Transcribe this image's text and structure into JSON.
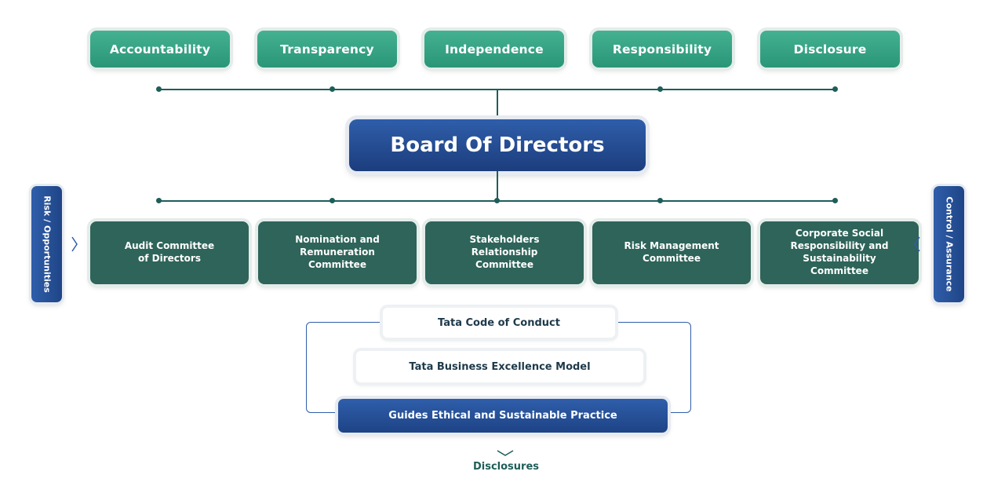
{
  "principles": [
    {
      "label": "Accountability"
    },
    {
      "label": "Transparency"
    },
    {
      "label": "Independence"
    },
    {
      "label": "Responsibility"
    },
    {
      "label": "Disclosure"
    }
  ],
  "board": {
    "label": "Board Of Directors"
  },
  "committees": [
    {
      "label": "Audit Committee of Directors"
    },
    {
      "label": "Nomination and Remuneration Committee"
    },
    {
      "label": "Stakeholders Relationship Committee"
    },
    {
      "label": "Risk Management Committee"
    },
    {
      "label": "Corporate Social Responsibility and Sustainability Committee"
    }
  ],
  "side_tabs": {
    "left": "Risk / Opportunities",
    "right": "Control / Assurance"
  },
  "framework": {
    "code_of_conduct": "Tata Code of Conduct",
    "excellence_model": "Tata Business Excellence Model",
    "guides": "Guides Ethical and Sustainable Practice"
  },
  "footer": {
    "disclosures": "Disclosures"
  },
  "colors": {
    "principle_green": "#2a9678",
    "committee_green": "#2e6459",
    "board_blue": "#1c3d7d",
    "connector": "#1e5e58"
  }
}
